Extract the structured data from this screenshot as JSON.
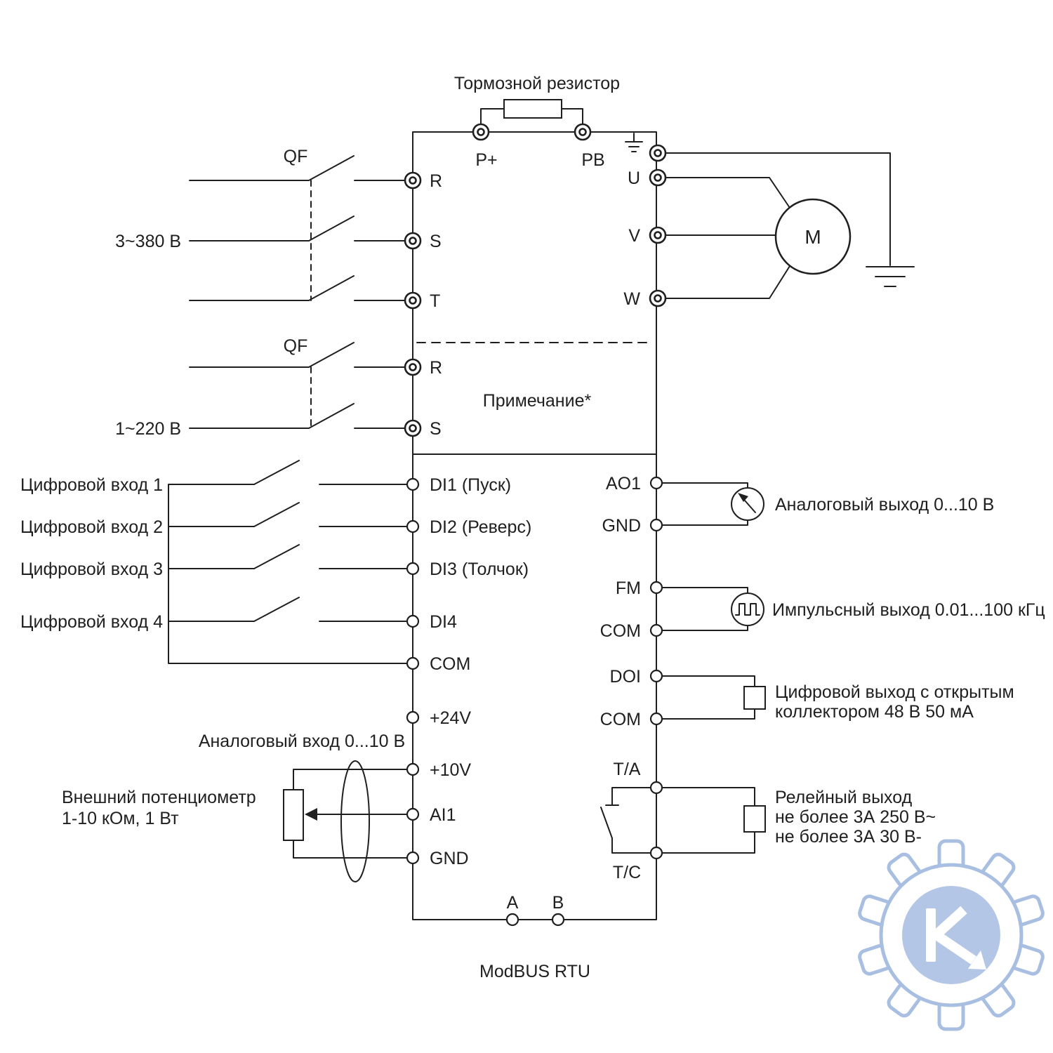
{
  "colors": {
    "line": "#1f1f1f",
    "logo_light": "#b3c6e6",
    "logo_stroke": "#a9bfe2"
  },
  "braking": {
    "title": "Тормозной резистор",
    "p_plus": "P+",
    "pb": "PB"
  },
  "power3": {
    "breaker": "QF",
    "voltage": "3~380 В",
    "t_r": "R",
    "t_s": "S",
    "t_t": "T"
  },
  "power1": {
    "breaker": "QF",
    "voltage": "1~220 В",
    "t_r": "R",
    "t_s": "S"
  },
  "note": "Примечание*",
  "motor": {
    "label": "M",
    "t_u": "U",
    "t_v": "V",
    "t_w": "W"
  },
  "digital_inputs": {
    "in1": "Цифровой вход 1",
    "in2": "Цифровой вход 2",
    "in3": "Цифровой вход 3",
    "in4": "Цифровой вход 4",
    "t_di1": "DI1 (Пуск)",
    "t_di2": "DI2 (Реверс)",
    "t_di3": "DI3 (Толчок)",
    "t_di4": "DI4",
    "t_com": "COM",
    "t_24v": "+24V"
  },
  "analog_input": {
    "title": "Аналоговый вход 0...10 В",
    "pot_line1": "Внешний потенциометр",
    "pot_line2": "1-10 кОм, 1 Вт",
    "t_10v": "+10V",
    "t_ai1": "AI1",
    "t_gnd": "GND"
  },
  "analog_output": {
    "t_ao1": "AO1",
    "t_gnd": "GND",
    "label": "Аналоговый выход 0...10 В"
  },
  "pulse_output": {
    "t_fm": "FM",
    "t_com": "COM",
    "label": "Импульсный выход 0.01...100 кГц"
  },
  "digital_output": {
    "t_doi": "DOI",
    "t_com": "COM",
    "line1": "Цифровой выход с открытым",
    "line2": "коллектором 48 В 50 мА"
  },
  "relay_output": {
    "t_ta": "T/A",
    "t_tc": "T/C",
    "line1": "Релейный выход",
    "line2": "не более 3А 250 В~",
    "line3": "не более 3А 30 В-"
  },
  "modbus": {
    "t_a": "A",
    "t_b": "B",
    "label": "ModBUS RTU"
  }
}
